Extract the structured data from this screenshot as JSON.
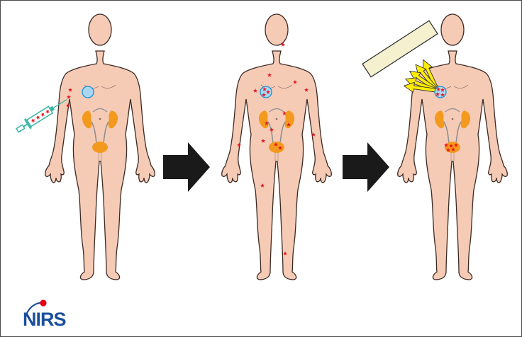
{
  "logo": {
    "text": "NIRS",
    "text_color": "#1b4f9c",
    "dot_color": "#e60012"
  },
  "colors": {
    "skin": "#f6cbb6",
    "outline": "#3a2a24",
    "kidney": "#f39a1e",
    "bladder": "#f39a1e",
    "marker": "#e8141c",
    "tumor_fill": "#a9d7f2",
    "tumor_stroke": "#1d8fd6",
    "arrow": "#1a1a1a",
    "rays": "#ffec00",
    "detector": "#f5f1cf",
    "syringe": "#37b6a6"
  },
  "panels": [
    {
      "name": "injection",
      "icons": [
        "syringe-icon"
      ]
    },
    {
      "name": "distribution",
      "icons": []
    },
    {
      "name": "imaging",
      "icons": [
        "gamma-camera-icon",
        "gamma-ray-icon"
      ]
    }
  ],
  "steps": [
    {
      "icon": "right-arrow-icon"
    },
    {
      "icon": "right-arrow-icon"
    }
  ]
}
